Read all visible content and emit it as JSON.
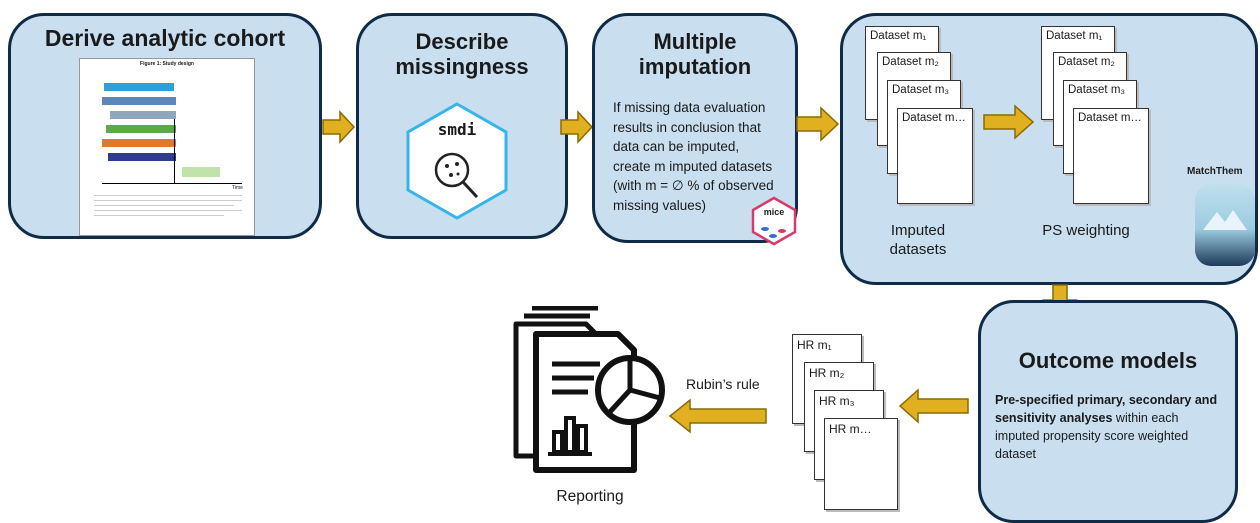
{
  "steps": {
    "derive": {
      "title": "Derive analytic cohort"
    },
    "describe": {
      "title": "Describe missingness",
      "logo_text": "smdi"
    },
    "imputation": {
      "title": "Multiple imputation",
      "text": "If missing data evaluation results in conclusion that data can be imputed, create m imputed datasets (with m = ∅ % of observed missing values)",
      "logo_text": "mice"
    },
    "datasets": {
      "imputed_sheets": [
        "Dataset m₁",
        "Dataset m₂",
        "Dataset m₃",
        "Dataset m…"
      ],
      "weighted_sheets": [
        "Dataset m₁",
        "Dataset m₂",
        "Dataset m₃",
        "Dataset m…"
      ],
      "label_imputed": "Imputed datasets",
      "label_ps": "PS weighting",
      "logo_label": "MatchThem"
    },
    "outcome": {
      "title": "Outcome models",
      "text_bold": "Pre-specified primary, secondary and sensitivity analyses",
      "text_rest": " within each imputed propensity score weighted dataset"
    },
    "hr_sheets": [
      "HR m₁",
      "HR m₂",
      "HR m₃",
      "HR m…"
    ],
    "rubin": "Rubin’s rule",
    "reporting": "Reporting"
  },
  "study_design": {
    "figure_title": "Figure 1: Study design",
    "time_label": "Time"
  },
  "colors": {
    "box_fill": "#c9dff0",
    "box_border": "#0f2b47",
    "arrow": "#e0b020",
    "arrow_border": "#8a6a00"
  }
}
